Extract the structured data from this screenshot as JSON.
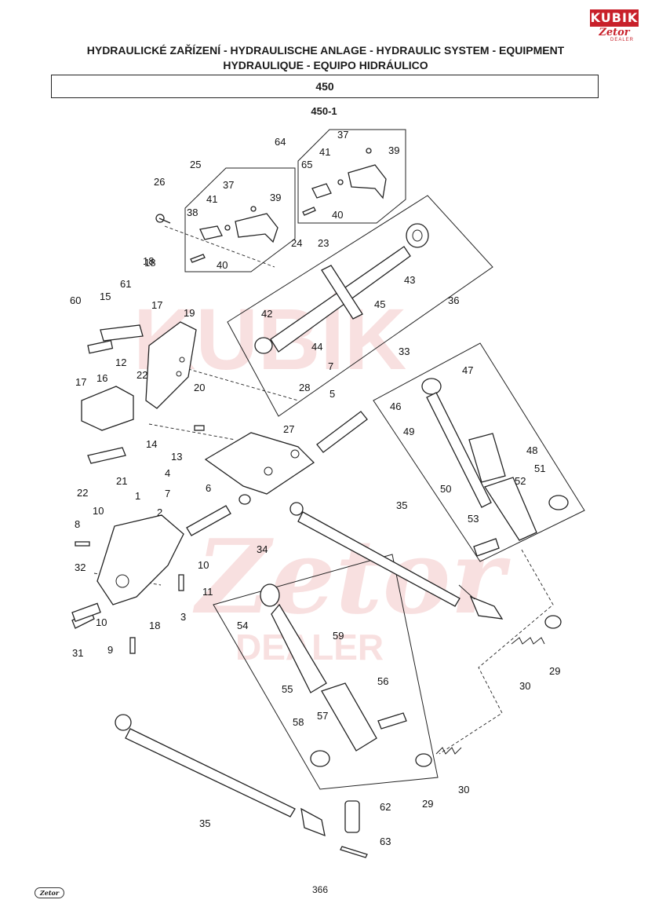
{
  "header": {
    "title_line1": "HYDRAULICKÉ ZAŘÍZENÍ - HYDRAULISCHE ANLAGE - HYDRAULIC SYSTEM - EQUIPMENT",
    "title_line2": "HYDRAULIQUE - EQUIPO HIDRÁULICO",
    "section": "450",
    "figure_code": "450-1"
  },
  "logo": {
    "brand": "KUBIK",
    "make": "Zetor",
    "tag": "DEALER"
  },
  "watermark": {
    "line1": "KUBÍK",
    "line2": "Zetor",
    "line3": "DEALER"
  },
  "footer": {
    "page_number": "366",
    "brand": "Zetor"
  },
  "part_labels": [
    "1",
    "2",
    "3",
    "4",
    "5",
    "6",
    "7",
    "7",
    "8",
    "9",
    "10",
    "10",
    "10",
    "11",
    "12",
    "13",
    "14",
    "15",
    "16",
    "17",
    "17",
    "18",
    "18",
    "18",
    "19",
    "20",
    "21",
    "22",
    "22",
    "23",
    "24",
    "25",
    "26",
    "27",
    "28",
    "29",
    "29",
    "30",
    "30",
    "31",
    "32",
    "33",
    "34",
    "35",
    "35",
    "36",
    "37",
    "37",
    "38",
    "39",
    "39",
    "40",
    "40",
    "41",
    "41",
    "42",
    "43",
    "44",
    "45",
    "46",
    "47",
    "48",
    "49",
    "50",
    "51",
    "52",
    "53",
    "54",
    "55",
    "56",
    "57",
    "58",
    "59",
    "60",
    "61",
    "62",
    "63",
    "64",
    "65"
  ],
  "colors": {
    "watermark": "#f3c7c7",
    "brand_red": "#c8202a",
    "line": "#222222"
  }
}
